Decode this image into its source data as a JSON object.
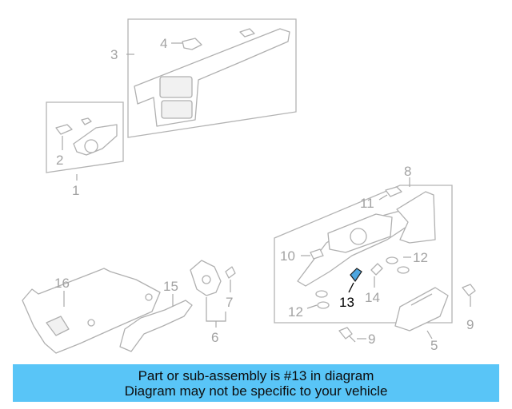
{
  "callouts": {
    "c1": "1",
    "c2": "2",
    "c3": "3",
    "c4": "4",
    "c5": "5",
    "c6": "6",
    "c7": "7",
    "c8": "8",
    "c9a": "9",
    "c9b": "9",
    "c10": "10",
    "c11": "11",
    "c12a": "12",
    "c12b": "12",
    "c13": "13",
    "c14": "14",
    "c15": "15",
    "c16": "16"
  },
  "highlight": {
    "part_number": "13",
    "color": "#4da6e0"
  },
  "banner": {
    "line1": "Part or sub-assembly is #13 in diagram",
    "line2": "Diagram may not be specific to your vehicle",
    "background": "#59c5f7"
  }
}
